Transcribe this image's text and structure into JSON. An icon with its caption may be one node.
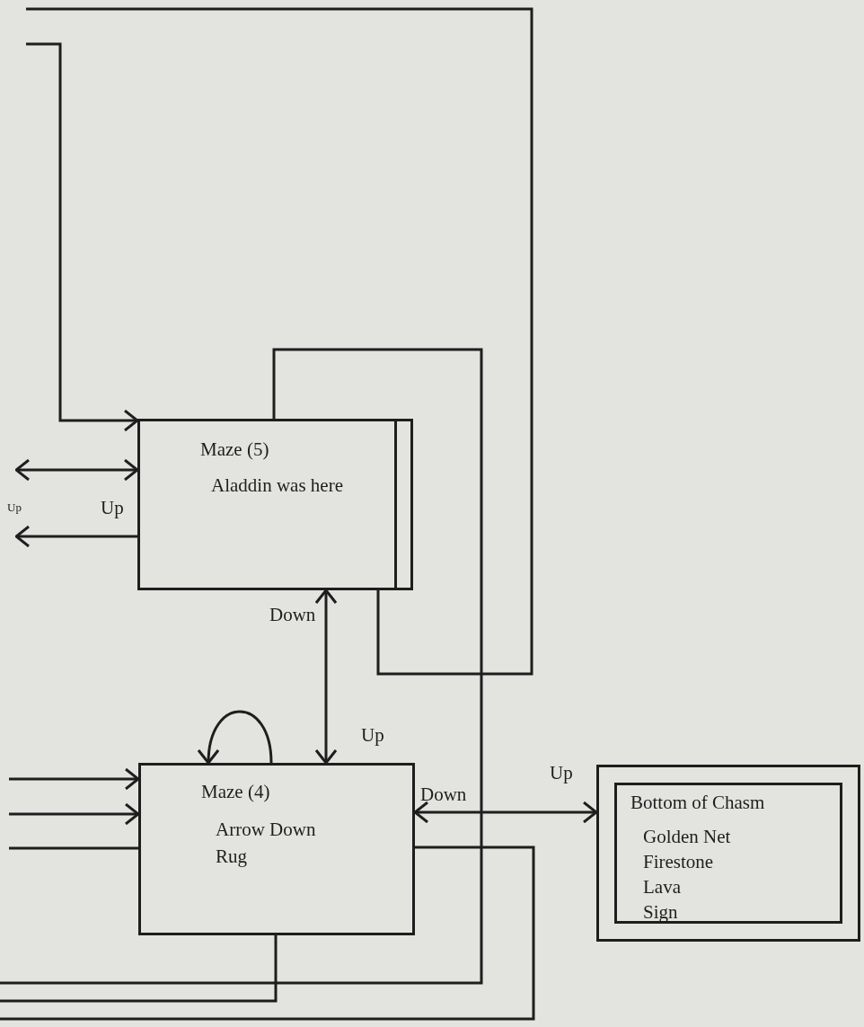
{
  "diagram": {
    "nodes": [
      {
        "text": [
          "Maze (5)",
          "Aladdin was here"
        ]
      },
      {
        "text": [
          "Maze (4)",
          "Arrow Down",
          "Rug"
        ]
      },
      {
        "text": [
          "Bottom of Chasm",
          "Golden Net",
          "Firestone",
          "Lava",
          "Sign"
        ]
      }
    ],
    "edges": [
      {
        "from": null,
        "to": 0,
        "arrow": "to"
      },
      {
        "from": null,
        "to": 0,
        "arrow": "both",
        "label": "Up"
      },
      {
        "from": 0,
        "to": null,
        "arrow": "to"
      },
      {
        "from": 0,
        "to": null,
        "arrow": "none"
      },
      {
        "from": 0,
        "to": null,
        "arrow": "none"
      },
      {
        "from": 0,
        "to": 1,
        "arrow": "both",
        "label": "Down"
      },
      {
        "from": 1,
        "to": 1,
        "arrow": "to"
      },
      {
        "from": null,
        "to": 1,
        "arrow": "to"
      },
      {
        "from": null,
        "to": 1,
        "arrow": "to"
      },
      {
        "from": 1,
        "to": null,
        "arrow": "none"
      },
      {
        "from": 1,
        "to": 2,
        "arrow": "both",
        "label": "Down"
      },
      {
        "from": 1,
        "to": null,
        "arrow": "none"
      },
      {
        "from": 1,
        "to": null,
        "arrow": "none"
      }
    ],
    "labels": [
      "Up",
      "Up",
      "Up"
    ]
  }
}
